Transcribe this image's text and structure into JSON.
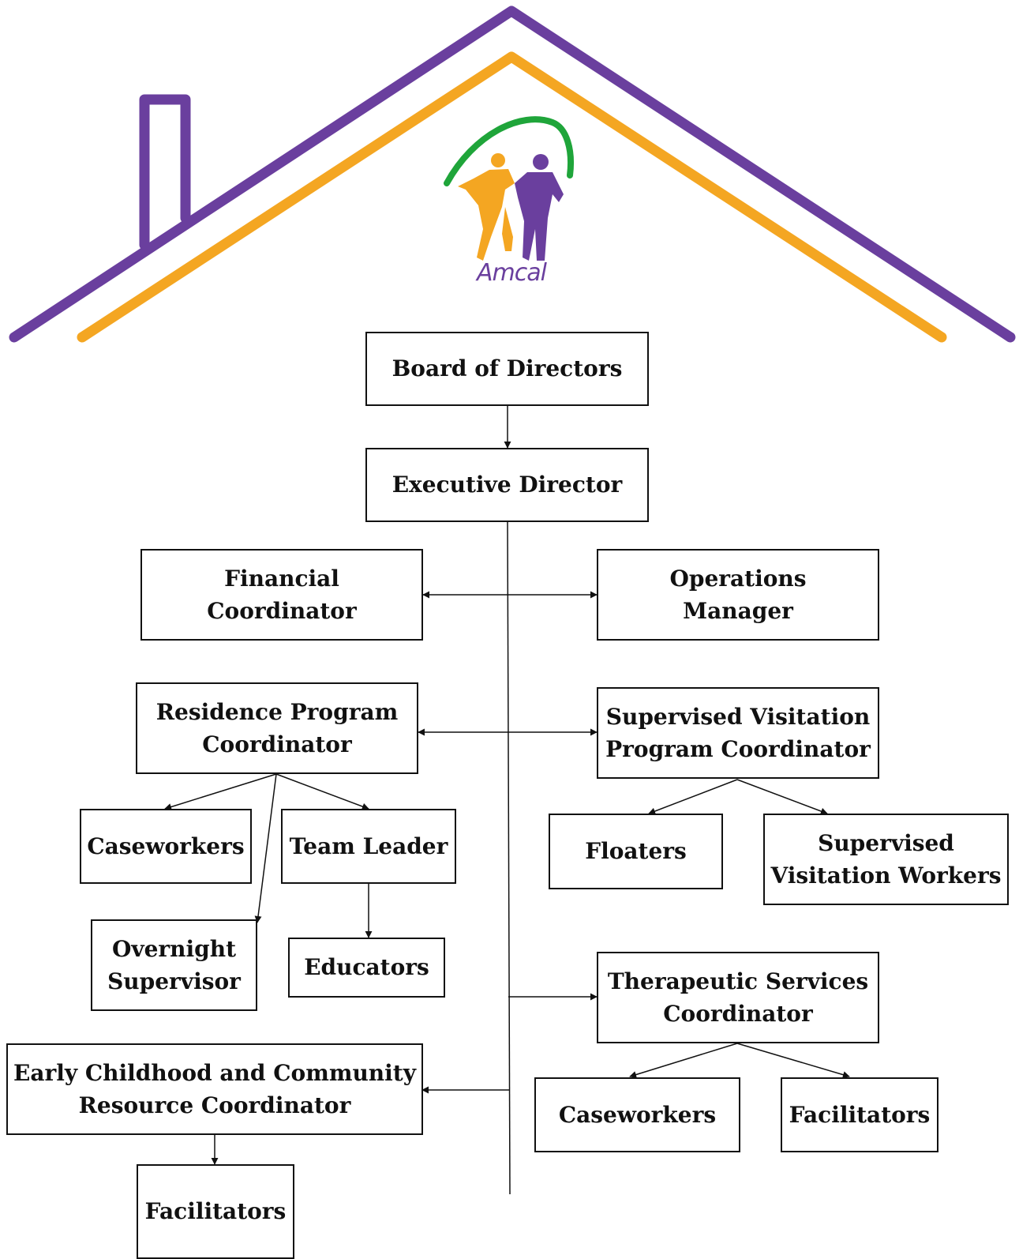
{
  "colors": {
    "roof_outer": "#6a3f9e",
    "roof_inner": "#f4a622",
    "logo_arc": "#1fa53a",
    "logo_figure_left": "#f4a622",
    "logo_figure_right": "#6a3f9e",
    "line": "#111111"
  },
  "logo": {
    "text": "Amcal",
    "icon": "two-people-under-arc-logo"
  },
  "nodes": {
    "board": [
      "Board of Directors"
    ],
    "executive": [
      "Executive Director"
    ],
    "financial": [
      "Financial",
      "Coordinator"
    ],
    "operations": [
      "Operations",
      "Manager"
    ],
    "residence": [
      "Residence Program",
      "Coordinator"
    ],
    "supervised": [
      "Supervised Visitation",
      "Program Coordinator"
    ],
    "caseworkers_res": [
      "Caseworkers"
    ],
    "team_leader": [
      "Team Leader"
    ],
    "overnight": [
      "Overnight",
      "Supervisor"
    ],
    "educators": [
      "Educators"
    ],
    "floaters": [
      "Floaters"
    ],
    "visitation_workers": [
      "Supervised",
      "Visitation Workers"
    ],
    "therapeutic": [
      "Therapeutic Services",
      "Coordinator"
    ],
    "caseworkers_ther": [
      "Caseworkers"
    ],
    "facilitators_ther": [
      "Facilitators"
    ],
    "early_childhood": [
      "Early Childhood and Community",
      "Resource Coordinator"
    ],
    "facilitators_early": [
      "Facilitators"
    ]
  }
}
